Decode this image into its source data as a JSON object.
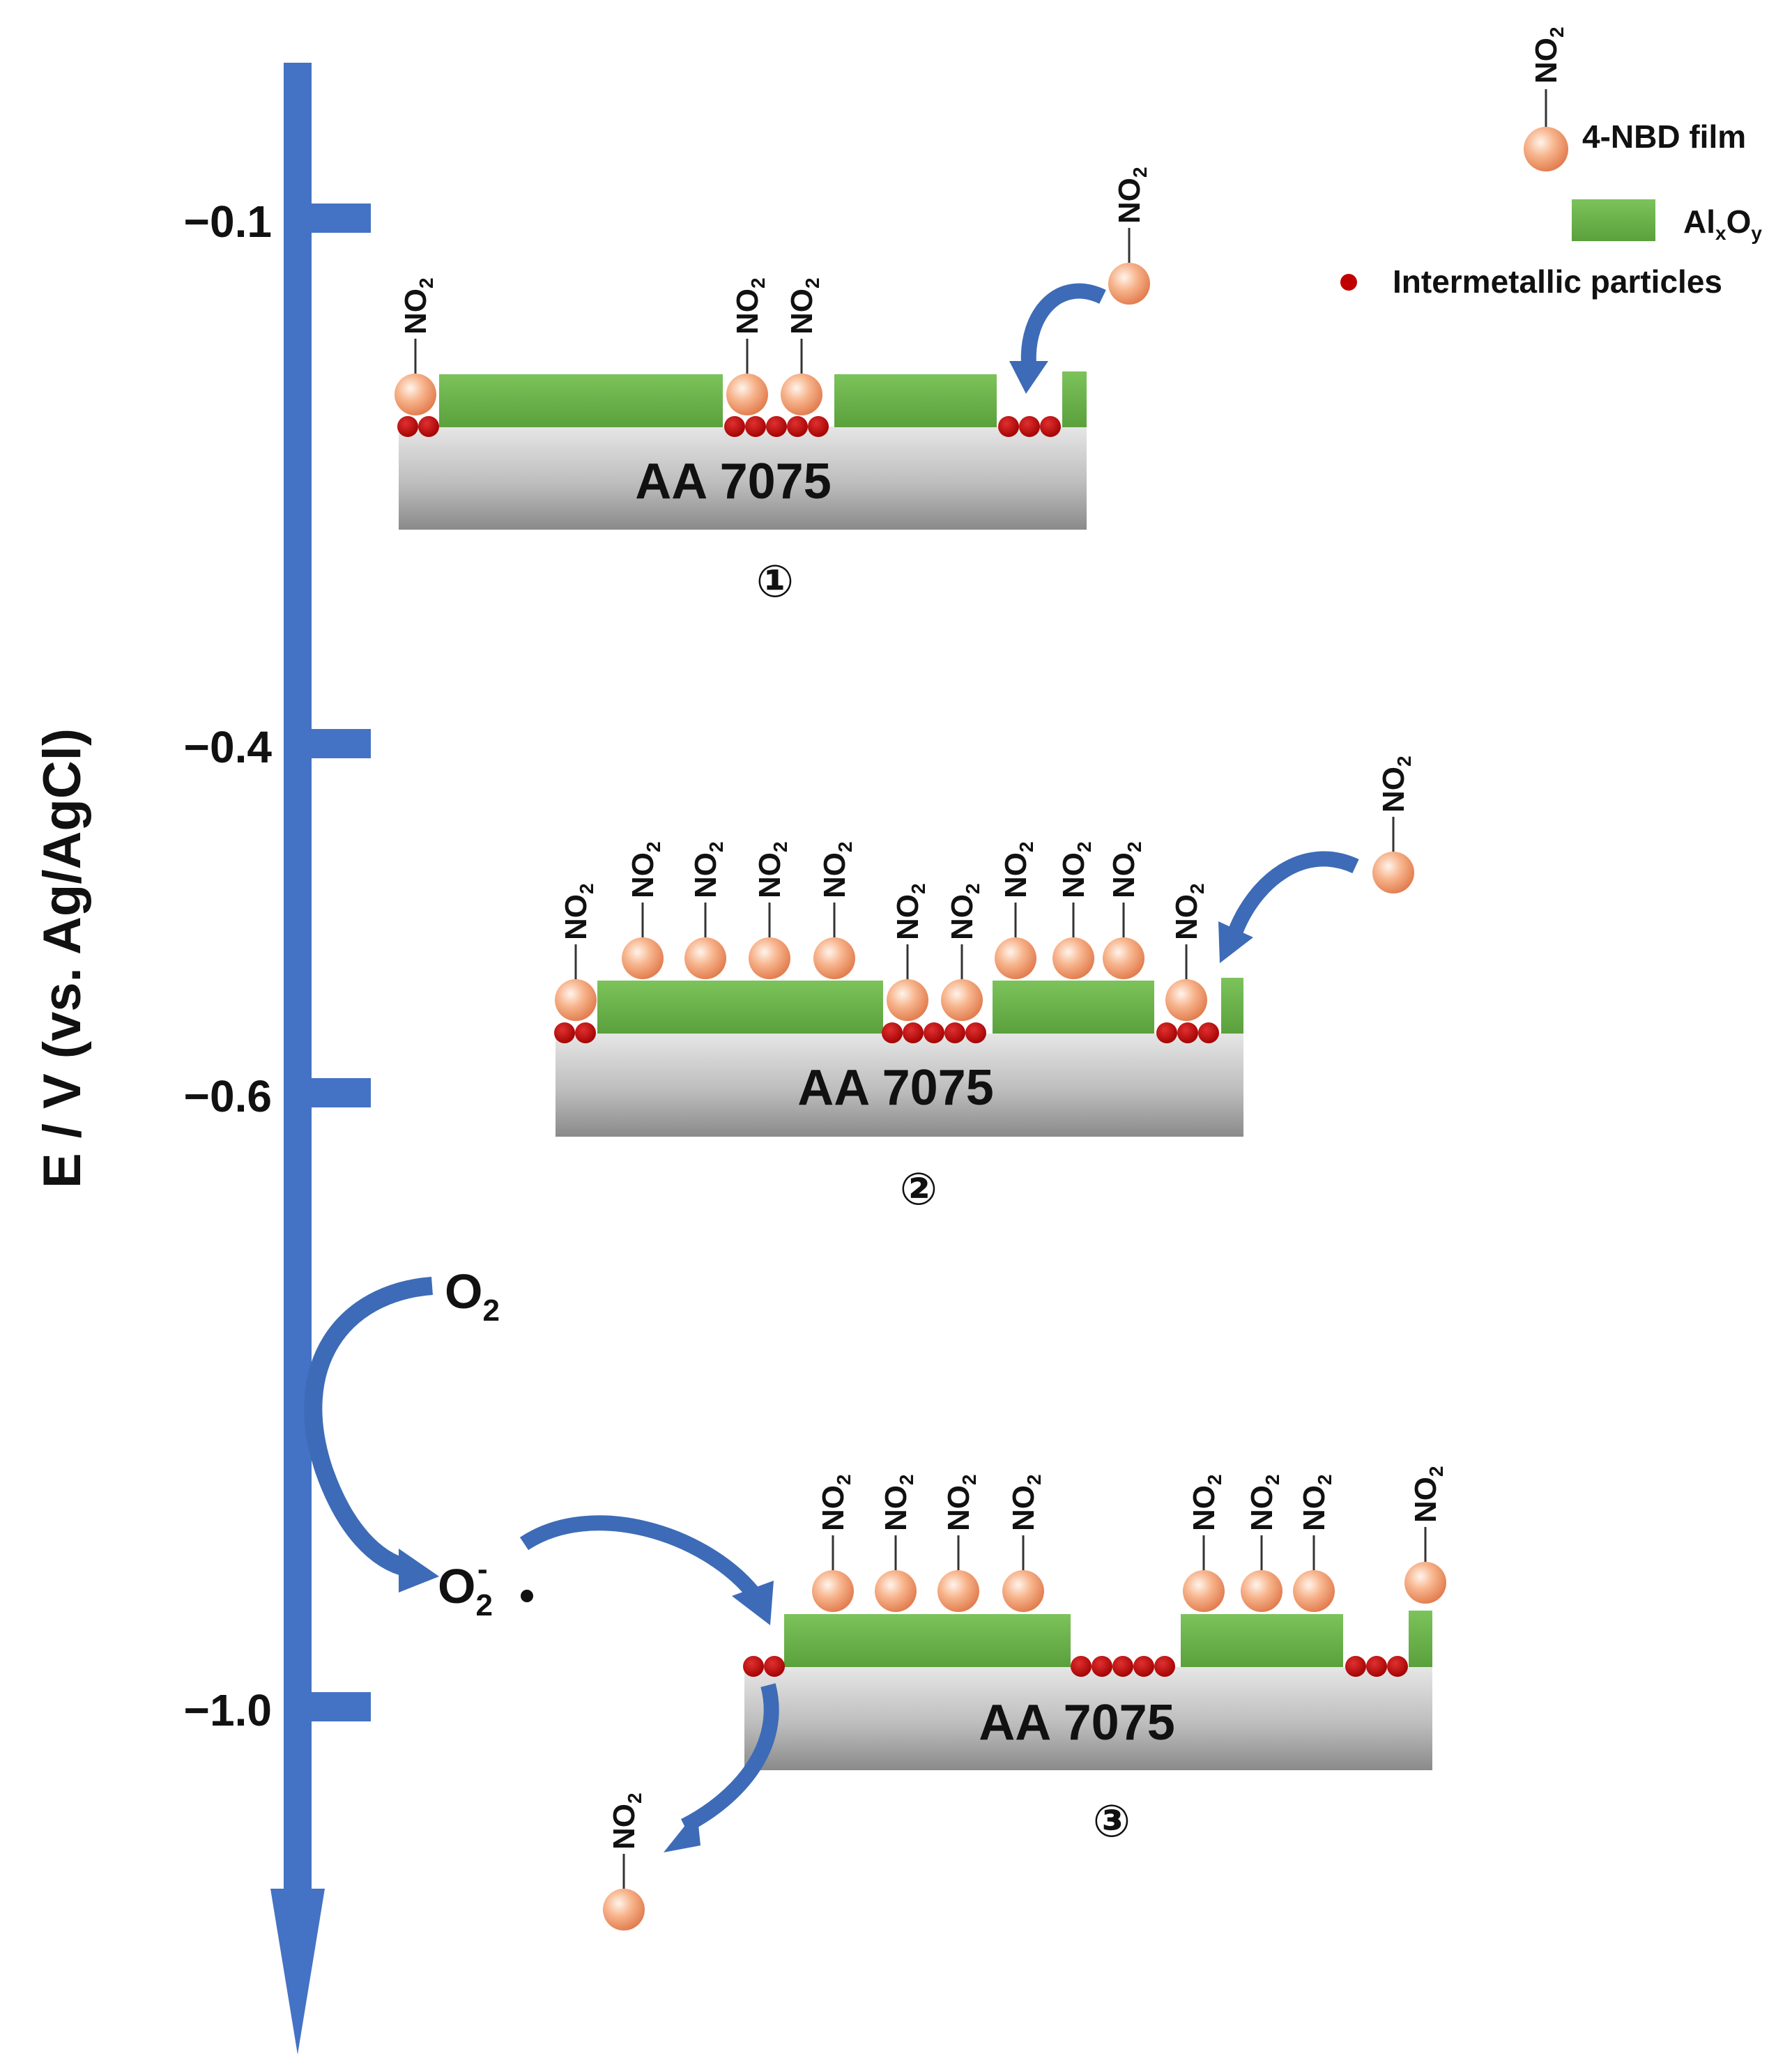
{
  "colors": {
    "axis": "#4472c4",
    "curved_arrow": "#3d6bb7",
    "oxide": "#6ab04c",
    "intermetallic": "#c00000",
    "molecule": "#f4a57b",
    "substrate_top": "#d9d9d9",
    "substrate_bottom": "#8c8c8c"
  },
  "axis": {
    "title": "E / V (vs. Ag/AgCl)",
    "ticks": [
      {
        "label": "−0.1",
        "value": -0.1
      },
      {
        "label": "−0.4",
        "value": -0.4
      },
      {
        "label": "−0.6",
        "value": -0.6
      },
      {
        "label": "−1.0",
        "value": -1.0
      }
    ]
  },
  "legend": {
    "group_label": "NO",
    "group_sub": "2",
    "film": "4-NBD film",
    "oxide_main": "Al",
    "oxide_sub1": "x",
    "oxide_mid": "O",
    "oxide_sub2": "y",
    "particles": "Intermetallic particles"
  },
  "stages": [
    {
      "alloy": "AA 7075",
      "number": "①"
    },
    {
      "alloy": "AA 7075",
      "number": "②"
    },
    {
      "alloy": "AA 7075",
      "number": "③"
    }
  ],
  "species": {
    "o2_main": "O",
    "o2_sub": "2",
    "superoxide_main": "O",
    "superoxide_sub": "2",
    "superoxide_sup": "-"
  },
  "no2": {
    "main": "NO",
    "sub": "2"
  }
}
